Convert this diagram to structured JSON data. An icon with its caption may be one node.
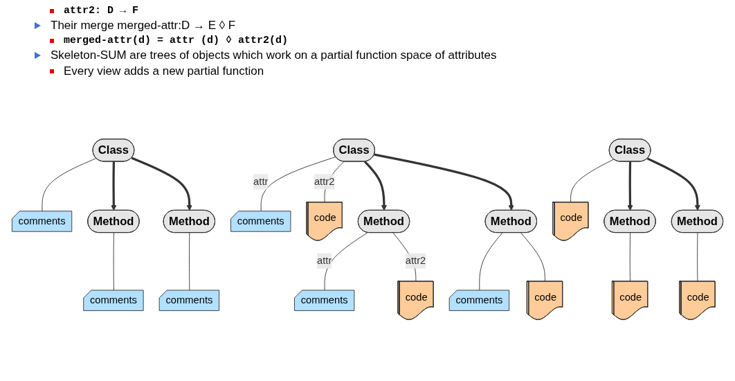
{
  "diagram": {
    "nodes": [
      {
        "text": [
          "Class"
        ]
      },
      {
        "text": [
          "comments"
        ]
      },
      {
        "text": [
          "Method"
        ]
      },
      {
        "text": [
          "comments"
        ]
      },
      {
        "text": [
          "Method"
        ]
      },
      {
        "text": [
          "comments"
        ]
      },
      {
        "text": [
          "Class"
        ]
      },
      {
        "text": [
          "comments"
        ]
      },
      {
        "text": [
          "code"
        ]
      },
      {
        "text": [
          "Method"
        ]
      },
      {
        "text": [
          "comments"
        ]
      },
      {
        "text": [
          "code"
        ]
      },
      {
        "text": [
          "Method"
        ]
      },
      {
        "text": [
          "comments"
        ]
      },
      {
        "text": [
          "code"
        ]
      },
      {
        "text": [
          "Class"
        ]
      },
      {
        "text": [
          "code"
        ]
      },
      {
        "text": [
          "Method"
        ]
      },
      {
        "text": [
          "code"
        ]
      },
      {
        "text": [
          "Method"
        ]
      },
      {
        "text": [
          "code"
        ]
      }
    ],
    "edges": [
      {
        "from": 0,
        "to": 1,
        "arrow": "none"
      },
      {
        "from": 0,
        "to": 2,
        "arrow": "to",
        "style": "thick"
      },
      {
        "from": 0,
        "to": 4,
        "arrow": "to",
        "style": "thick"
      },
      {
        "from": 2,
        "to": 3,
        "arrow": "none"
      },
      {
        "from": 4,
        "to": 5,
        "arrow": "none"
      },
      {
        "from": 6,
        "to": 7,
        "arrow": "none",
        "label": "attr"
      },
      {
        "from": 6,
        "to": 8,
        "arrow": "none",
        "label": "attr2"
      },
      {
        "from": 6,
        "to": 9,
        "arrow": "to",
        "style": "thick"
      },
      {
        "from": 6,
        "to": 12,
        "arrow": "to",
        "style": "thick"
      },
      {
        "from": 9,
        "to": 10,
        "arrow": "none",
        "label": "attr"
      },
      {
        "from": 9,
        "to": 11,
        "arrow": "none",
        "label": "attr2"
      },
      {
        "from": 12,
        "to": 13,
        "arrow": "none"
      },
      {
        "from": 12,
        "to": 14,
        "arrow": "none"
      },
      {
        "from": 15,
        "to": 16,
        "arrow": "none"
      },
      {
        "from": 15,
        "to": 17,
        "arrow": "to",
        "style": "thick"
      },
      {
        "from": 15,
        "to": 19,
        "arrow": "to",
        "style": "thick"
      },
      {
        "from": 17,
        "to": 18,
        "arrow": "none"
      },
      {
        "from": 19,
        "to": 20,
        "arrow": "none"
      }
    ],
    "labels": [
      "attr2: D → F",
      "Their merge merged-attr:D → E ◊ F",
      "merged-attr(d) = attr (d) ◊ attr2(d)",
      "Skeleton-SUM are trees of objects which work on a partial function space of attributes",
      "Every view adds a new partial function"
    ]
  }
}
